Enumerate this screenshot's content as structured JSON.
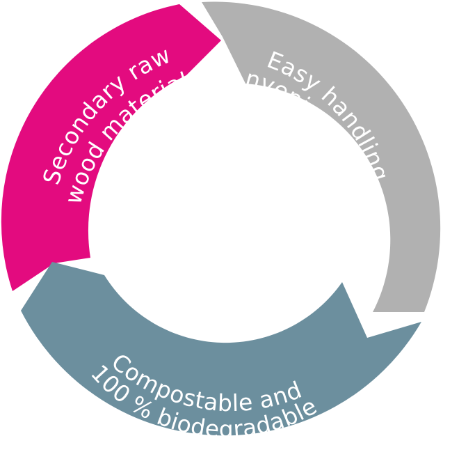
{
  "diagram": {
    "segments": [
      {
        "id": "secondary",
        "color": "#e30b7f",
        "lines": [
          "Secondary raw",
          "wood material"
        ]
      },
      {
        "id": "handling",
        "color": "#b1b1b1",
        "lines": [
          "Easy handling,",
          "convenient disposal"
        ]
      },
      {
        "id": "compostable",
        "color": "#6c8f9e",
        "lines": [
          "Compostable and",
          "100 % biodegradable"
        ]
      }
    ]
  }
}
